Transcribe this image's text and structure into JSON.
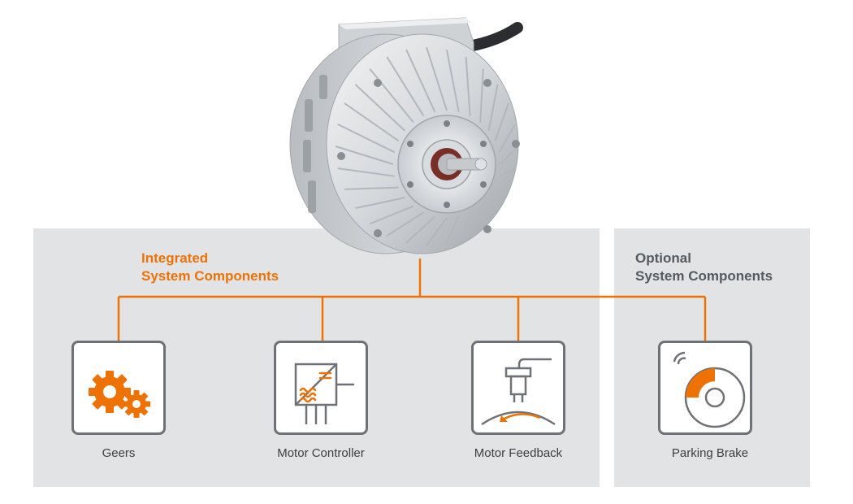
{
  "colors": {
    "accent": "#ee7203",
    "panel_bg": "#e2e3e5",
    "icon_gray": "#6e7175",
    "text_dark": "#3c3f42"
  },
  "integrated": {
    "heading_line1": "Integrated",
    "heading_line2": "System Components"
  },
  "optional": {
    "heading_line1": "Optional",
    "heading_line2": "System Components"
  },
  "components": [
    {
      "label": "Geers",
      "icon": "gears-icon"
    },
    {
      "label": "Motor Controller",
      "icon": "motor-controller-icon"
    },
    {
      "label": "Motor Feedback",
      "icon": "motor-feedback-icon"
    },
    {
      "label": "Parking Brake",
      "icon": "parking-brake-icon"
    }
  ],
  "hero_image": {
    "icon": "electric-motor-image"
  }
}
